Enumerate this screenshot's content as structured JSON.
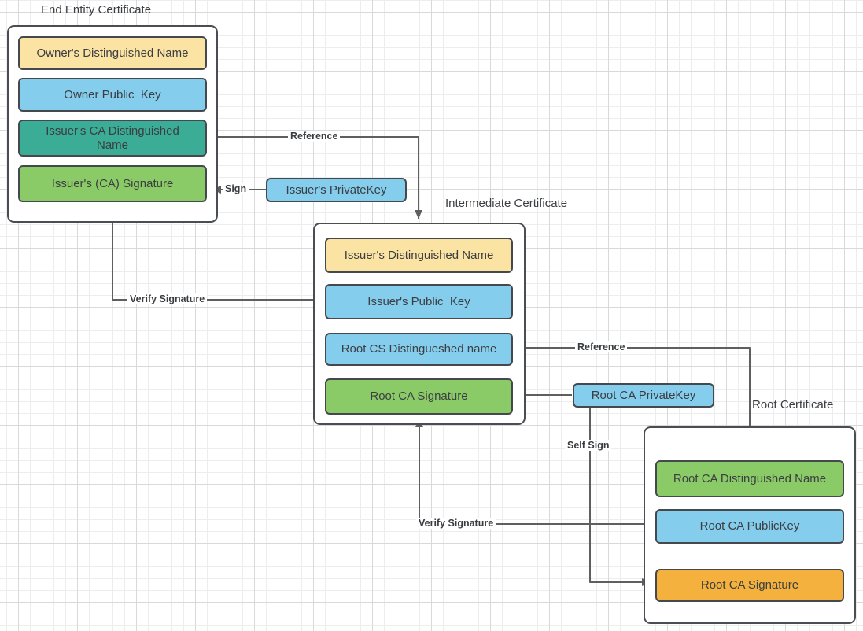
{
  "palette": {
    "yellow": "#fbe3a3",
    "blue": "#85cdec",
    "teal": "#3bad96",
    "green": "#8bcb67",
    "orange": "#f4b13e",
    "line": "#5f5f5f",
    "shape_border": "#45494d",
    "grid_minor": "#ededed",
    "grid_major": "#d9d9d9"
  },
  "certificates": [
    {
      "title": "End Entity Certificate",
      "fields": [
        {
          "label": "Owner's Distinguished Name",
          "color": "#fbe3a3"
        },
        {
          "label": "Owner Public  Key",
          "color": "#85cdec"
        },
        {
          "label": "Issuer's CA Distinguished Name",
          "color": "#3bad96"
        },
        {
          "label": "Issuer's (CA) Signature",
          "color": "#8bcb67"
        }
      ]
    },
    {
      "title": "Intermediate Certificate",
      "fields": [
        {
          "label": "Issuer's Distinguished Name",
          "color": "#fbe3a3"
        },
        {
          "label": "Issuer's Public  Key",
          "color": "#85cdec"
        },
        {
          "label": "Root CS Distingueshed name",
          "color": "#85cdec"
        },
        {
          "label": "Root CA Signature",
          "color": "#8bcb67"
        }
      ]
    },
    {
      "title": "Root Certificate",
      "fields": [
        {
          "label": "Root CA Distinguished Name",
          "color": "#8bcb67"
        },
        {
          "label": "Root CA PublicKey",
          "color": "#85cdec"
        },
        {
          "label": "Root CA Signature",
          "color": "#f4b13e"
        }
      ]
    }
  ],
  "keys": [
    {
      "label": "Issuer's PrivateKey",
      "color": "#85cdec"
    },
    {
      "label": "Root CA PrivateKey",
      "color": "#85cdec"
    }
  ],
  "edges": {
    "reference_top": "Reference",
    "sign": "Sign",
    "verify_left": "Verify Signature",
    "reference_right": "Reference",
    "self_sign": "Self Sign",
    "verify_bottom": "Verify Signature"
  }
}
